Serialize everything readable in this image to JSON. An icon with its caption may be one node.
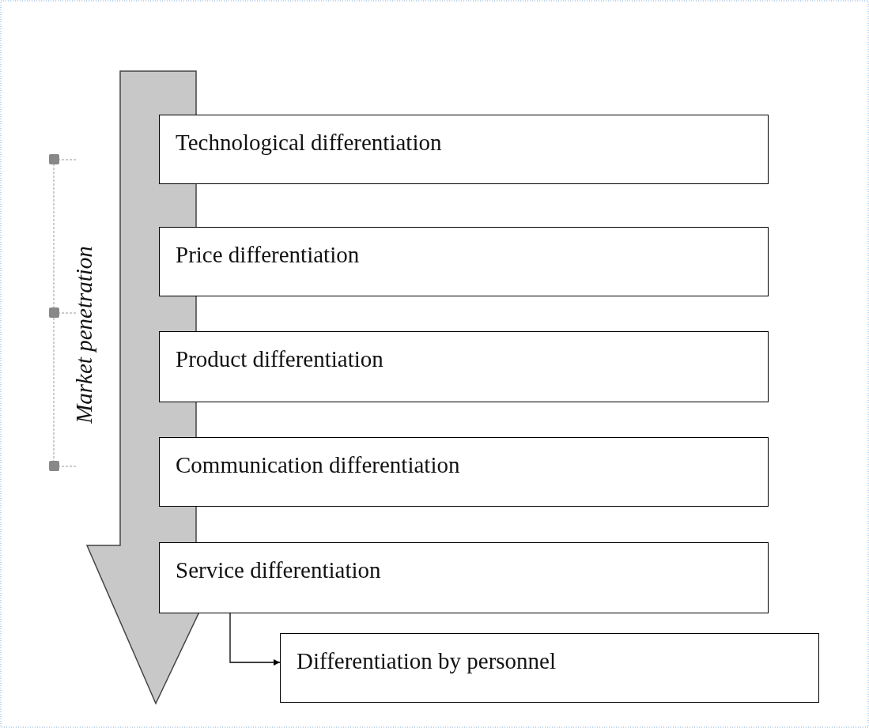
{
  "diagram": {
    "nodes": [
      {
        "text": [
          "Technological differentiation"
        ]
      },
      {
        "text": [
          "Price differentiation"
        ]
      },
      {
        "text": [
          "Product differentiation"
        ]
      },
      {
        "text": [
          "Communication differentiation"
        ]
      },
      {
        "text": [
          "Service differentiation"
        ]
      },
      {
        "text": [
          "Differentiation by personnel"
        ]
      }
    ],
    "edges": [
      {
        "from": 4,
        "to": 5,
        "arrow": "to"
      }
    ],
    "labels": [
      "Market penetration"
    ]
  }
}
